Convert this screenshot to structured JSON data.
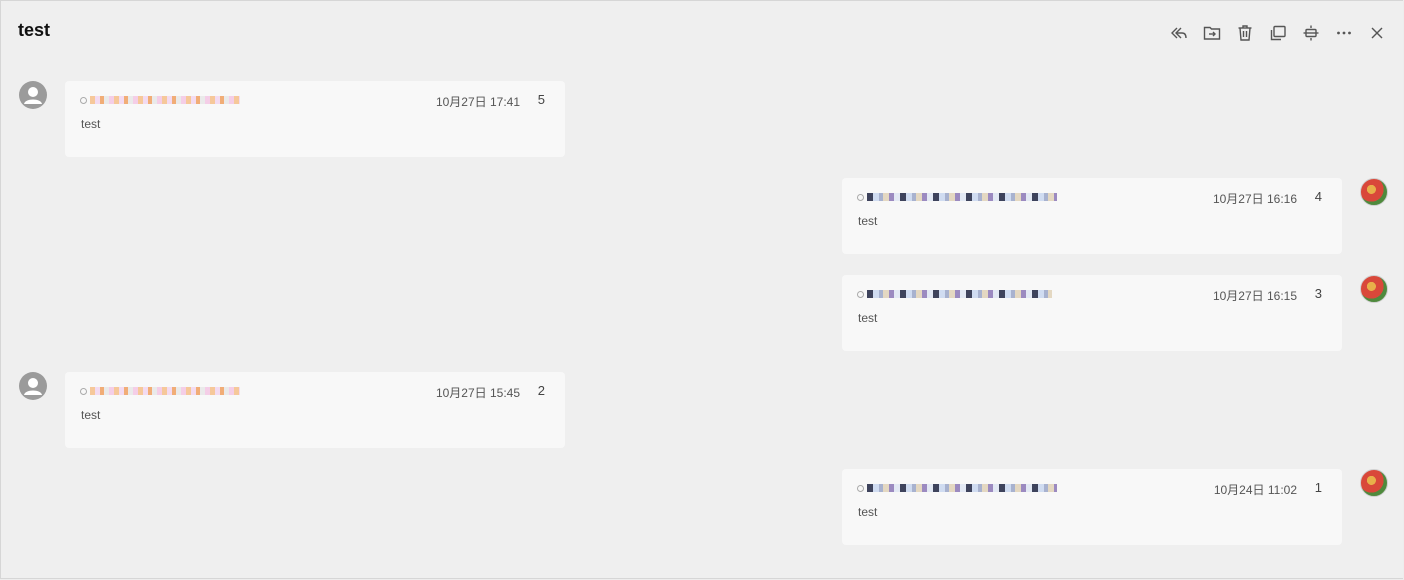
{
  "header": {
    "title": "test",
    "toolbar": [
      {
        "icon": "reply-all-icon"
      },
      {
        "icon": "move-to-folder-icon"
      },
      {
        "icon": "delete-icon"
      },
      {
        "icon": "new-window-icon"
      },
      {
        "icon": "split-view-icon"
      },
      {
        "icon": "more-icon"
      },
      {
        "icon": "close-icon"
      }
    ]
  },
  "messages": [
    {
      "side": "left",
      "time": "10月27日 17:41",
      "index": "5",
      "body": "test",
      "avatar": "default-avatar"
    },
    {
      "side": "right",
      "time": "10月27日 16:16",
      "index": "4",
      "body": "test",
      "avatar": "photo-avatar"
    },
    {
      "side": "right",
      "time": "10月27日 16:15",
      "index": "3",
      "body": "test",
      "avatar": "photo-avatar"
    },
    {
      "side": "left",
      "time": "10月27日 15:45",
      "index": "2",
      "body": "test",
      "avatar": "default-avatar"
    },
    {
      "side": "right",
      "time": "10月24日 11:02",
      "index": "1",
      "body": "test",
      "avatar": "photo-avatar"
    }
  ],
  "colors": {
    "background": "#efefef",
    "card": "#f8f8f8",
    "title_text": "#111111",
    "meta_text": "#555555"
  }
}
